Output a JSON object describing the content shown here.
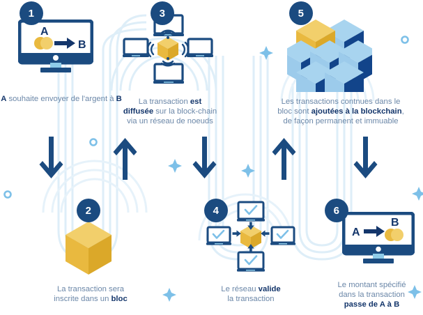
{
  "meta": {
    "title": "Comment fonctionne une transaction blockchain",
    "language": "fr"
  },
  "colors": {
    "navy": "#1b4b80",
    "deep_navy": "#14366b",
    "dark_blue_cube": "#12448a",
    "mid_blue": "#5ba7dd",
    "light_blue": "#a8d4ef",
    "pale_path": "#e2eff8",
    "gold": "#e9b93f",
    "gold_light": "#f2cf6b",
    "gold_dark": "#dba829",
    "text_muted": "#6b87a8",
    "white": "#ffffff",
    "stand_blue": "#8ecbe8"
  },
  "steps": [
    {
      "number": "1",
      "icon": "desktop-monitor-transfer-icon",
      "screen": {
        "from_label": "A",
        "arrow": "arrow-right-icon",
        "to_label": "B",
        "coins": "gold-coins-icon"
      },
      "caption_html": "<b>A</b> souhaite envoyer de l'argent à <b>B</b>",
      "caption_plain": "A souhaite envoyer de l'argent à B"
    },
    {
      "number": "2",
      "icon": "gold-block-cube-icon",
      "caption_html": "La transaction sera<br>inscrite dans un <b>bloc</b>",
      "caption_plain": "La transaction sera inscrite dans un bloc"
    },
    {
      "number": "3",
      "icon": "broadcast-network-nodes-icon",
      "nodes": [
        "laptop-node-top",
        "laptop-node-left",
        "laptop-node-right",
        "laptop-node-bottom"
      ],
      "center": "gold-block-cube-icon",
      "signal": "wifi-signal-icon",
      "caption_html": "La transaction <b>est diffusée</b> sur  la block-chain via un réseau de noeuds",
      "caption_plain": "La transaction est diffusée sur la block-chain via un réseau de noeuds"
    },
    {
      "number": "4",
      "icon": "validation-network-icon",
      "nodes": [
        "laptop-check-top",
        "laptop-check-left",
        "laptop-check-right",
        "laptop-check-bottom"
      ],
      "center": "gold-block-cube-icon",
      "check": "checkmark-icon",
      "caption_html": "Le réseau <b>valide</b><br>la transaction",
      "caption_plain": "Le réseau valide la transaction"
    },
    {
      "number": "5",
      "icon": "blockchain-cube-stack-icon",
      "caption_html": "Les transactions contnues dans le bloc sont <b>ajoutées à la blockchain</b>, de façon permanent et immuable",
      "caption_plain": "Les transactions contnues dans le bloc sont ajoutées à la blockchain, de façon permanent et immuable"
    },
    {
      "number": "6",
      "icon": "desktop-monitor-transfer-icon",
      "screen": {
        "from_label": "A",
        "arrow": "arrow-right-icon",
        "to_label": "B",
        "coins": "gold-coins-icon"
      },
      "caption_html": "Le montant spécifié<br>dans la transaction<br><b>passe de A à B</b>",
      "caption_plain": "Le montant spécifié dans la transaction passe de A à B"
    }
  ],
  "flow_arrows": [
    {
      "name": "arrow-down-1-to-2",
      "direction": "down"
    },
    {
      "name": "arrow-up-2-to-3",
      "direction": "up"
    },
    {
      "name": "arrow-down-3-to-4",
      "direction": "down"
    },
    {
      "name": "arrow-up-4-to-5",
      "direction": "up"
    },
    {
      "name": "arrow-down-5-to-6",
      "direction": "down"
    }
  ],
  "decorations": [
    {
      "name": "ring-dot-left",
      "shape": "circle-outline"
    },
    {
      "name": "ring-dot-mid",
      "shape": "circle-outline"
    },
    {
      "name": "ring-dot-right",
      "shape": "circle-outline"
    },
    {
      "name": "plus-star-1",
      "shape": "four-point-star"
    },
    {
      "name": "plus-star-2",
      "shape": "four-point-star"
    },
    {
      "name": "plus-star-3",
      "shape": "four-point-star"
    },
    {
      "name": "plus-star-4",
      "shape": "four-point-star"
    },
    {
      "name": "plus-star-5",
      "shape": "four-point-star"
    }
  ]
}
